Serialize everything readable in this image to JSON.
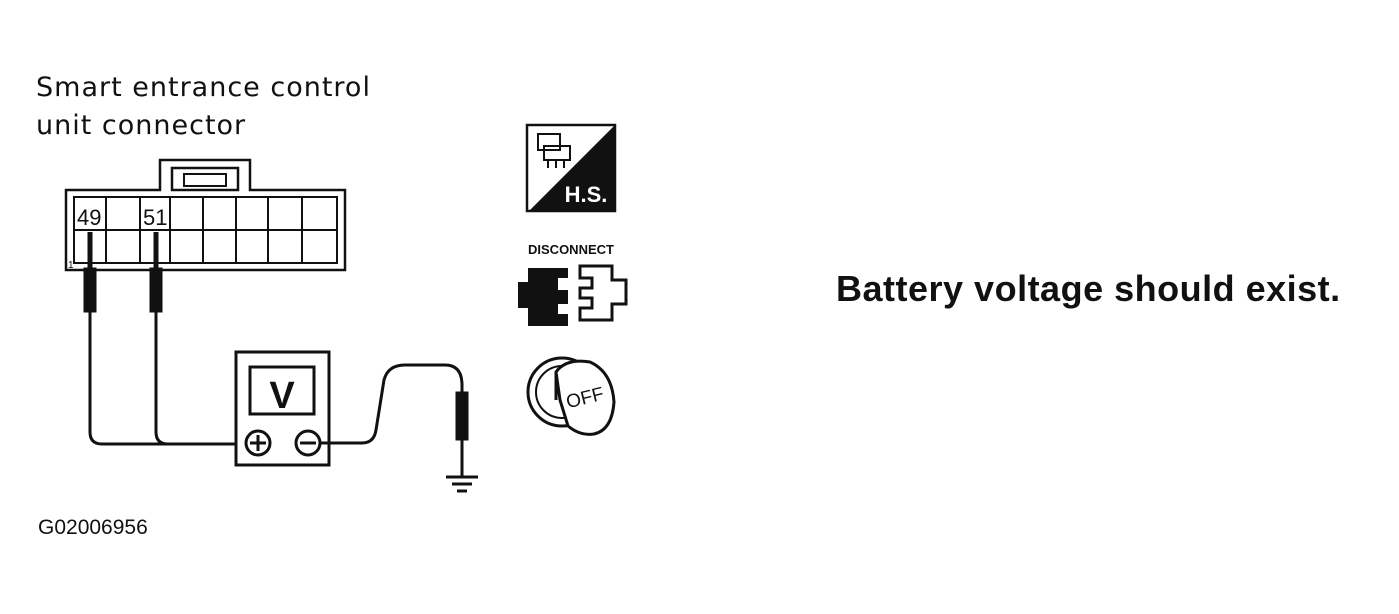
{
  "connector": {
    "title_line1": "Smart entrance control",
    "title_line2": "unit connector",
    "pin_a": "49",
    "pin_b": "51",
    "pin_corner": "1"
  },
  "meter": {
    "label": "V",
    "positive_terminal": "+",
    "negative_terminal": "−"
  },
  "icons": {
    "harness_side_label": "H.S.",
    "disconnect_label": "DISCONNECT",
    "ignition_label": "OFF",
    "harness_icon": "harness-side-icon",
    "disconnect_icon": "disconnect-connector-icon",
    "ignition_icon": "ignition-key-off-icon",
    "ground_icon": "ground-symbol-icon"
  },
  "statement": "Battery voltage should exist.",
  "figure_id": "G02006956"
}
